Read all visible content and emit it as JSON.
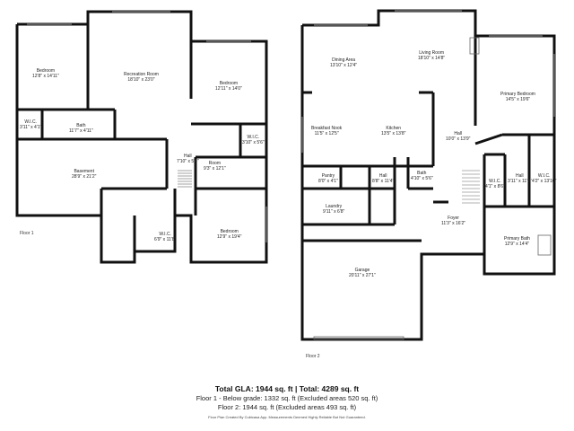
{
  "floor1": {
    "label": "Floor 1",
    "rooms": [
      {
        "id": "bedroom-1",
        "name": "Bedroom",
        "dim": "12'8\" x 14'11\""
      },
      {
        "id": "recreation-room",
        "name": "Recreation Room",
        "dim": "18'10\" x 23'0\""
      },
      {
        "id": "bedroom-2",
        "name": "Bedroom",
        "dim": "12'11\" x 14'0\""
      },
      {
        "id": "wic-1",
        "name": "W.I.C.",
        "dim": "3'11\" x 4'1\""
      },
      {
        "id": "bath-1",
        "name": "Bath",
        "dim": "11'7\" x 4'11\""
      },
      {
        "id": "wic-2",
        "name": "W.I.C.",
        "dim": "3'10\" x 5'6\""
      },
      {
        "id": "hall-1",
        "name": "Hall",
        "dim": "7'10\" x 5'4\""
      },
      {
        "id": "room-1",
        "name": "Room",
        "dim": "9'3\" x 12'1\""
      },
      {
        "id": "basement",
        "name": "Basement",
        "dim": "28'9\" x 21'2\""
      },
      {
        "id": "wic-3",
        "name": "W.I.C.",
        "dim": "6'9\" x 11'8\""
      },
      {
        "id": "bedroom-3",
        "name": "Bedroom",
        "dim": "12'9\" x 19'4\""
      }
    ]
  },
  "floor2": {
    "label": "Floor 2",
    "rooms": [
      {
        "id": "dining-area",
        "name": "Dining Area",
        "dim": "13'10\" x 12'4\""
      },
      {
        "id": "living-room",
        "name": "Living Room",
        "dim": "18'10\" x 14'8\""
      },
      {
        "id": "primary-bedroom",
        "name": "Primary Bedroom",
        "dim": "14'5\" x 19'6\""
      },
      {
        "id": "breakfast-nook",
        "name": "Breakfast Nook",
        "dim": "11'5\" x 12'5\""
      },
      {
        "id": "kitchen",
        "name": "Kitchen",
        "dim": "13'5\" x 13'8\""
      },
      {
        "id": "hall-2",
        "name": "Hall",
        "dim": "10'0\" x 13'9\""
      },
      {
        "id": "pantry",
        "name": "Pantry",
        "dim": "8'0\" x 4'1\""
      },
      {
        "id": "hall-3",
        "name": "Hall",
        "dim": "8'8\" x 11'4\""
      },
      {
        "id": "bath-2",
        "name": "Bath",
        "dim": "4'10\" x 5'6\""
      },
      {
        "id": "hall-4",
        "name": "Hall",
        "dim": "3'11\" x 11'9\""
      },
      {
        "id": "wic-4",
        "name": "W.I.C.",
        "dim": "4'1\" x 8'6\""
      },
      {
        "id": "wic-5",
        "name": "W.I.C.",
        "dim": "4'2\" x 13'10\""
      },
      {
        "id": "laundry",
        "name": "Laundry",
        "dim": "9'11\" x 6'8\""
      },
      {
        "id": "foyer",
        "name": "Foyer",
        "dim": "11'3\" x 16'2\""
      },
      {
        "id": "primary-bath",
        "name": "Primary Bath",
        "dim": "12'9\" x 14'4\""
      },
      {
        "id": "garage",
        "name": "Garage",
        "dim": "20'11\" x 27'1\""
      }
    ]
  },
  "summary": {
    "total": "Total GLA: 1944 sq. ft | Total: 4289 sq. ft",
    "floor1": "Floor 1 - Below grade: 1332 sq. ft (Excluded areas 520 sq. ft)",
    "floor2": "Floor 2: 1944 sq. ft (Excluded areas 493 sq. ft)",
    "note": "Floor Plan Created By Cubicasa App. Measurements Deemed Highly Reliable But Not Guaranteed."
  },
  "colors": {
    "wall": "#111111",
    "thin_line": "#555555",
    "background": "#ffffff"
  }
}
